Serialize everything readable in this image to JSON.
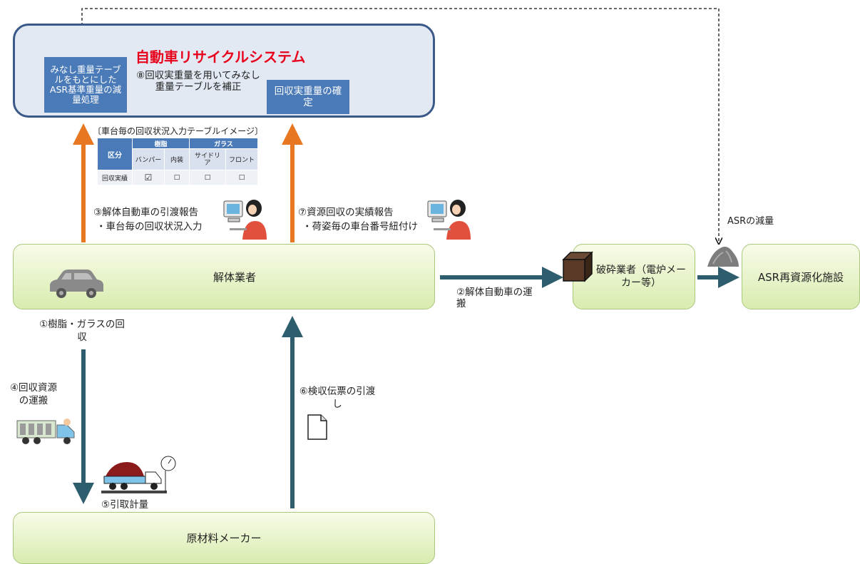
{
  "system": {
    "title": "自動車リサイクルシステム",
    "left_box": "みなし重量テーブルをもとにしたASR基準重量の減量処理",
    "right_box": "回収実重量の確定",
    "step8": "⑧回収実重量を用いてみなし重量テーブルを補正"
  },
  "table": {
    "caption": "〔車台毎の回収状況入力テーブルイメージ〕",
    "row_header": "区分",
    "group1": "樹脂",
    "group2": "ガラス",
    "cols": [
      "バンパー",
      "内装",
      "サイドリア",
      "フロント"
    ],
    "row_label": "回収実績",
    "values": [
      "☑",
      "□",
      "□",
      "□"
    ]
  },
  "steps": {
    "s1": "①樹脂・ガラスの回収",
    "s2": "②解体自動車の運搬",
    "s3_line1": "③解体自動車の引渡報告",
    "s3_line2": "・車台毎の回収状況入力",
    "s4": "④回収資源の運搬",
    "s5": "⑤引取計量",
    "s6": "⑥検収伝票の引渡し",
    "s7_line1": "⑦資源回収の実績報告",
    "s7_line2": "・荷姿毎の車台番号紐付け"
  },
  "nodes": {
    "dismantler": "解体業者",
    "shredder": "破砕業者（電炉メーカー等）",
    "asr_facility": "ASR再資源化施設",
    "raw_maker": "原材料メーカー"
  },
  "asr_reduce": "ASRの減量",
  "colors": {
    "orange": "#e87722",
    "teal": "#2e5e6e",
    "blue": "#4a7ab8",
    "navy": "#3b5988",
    "green_border": "#a8c77a"
  }
}
